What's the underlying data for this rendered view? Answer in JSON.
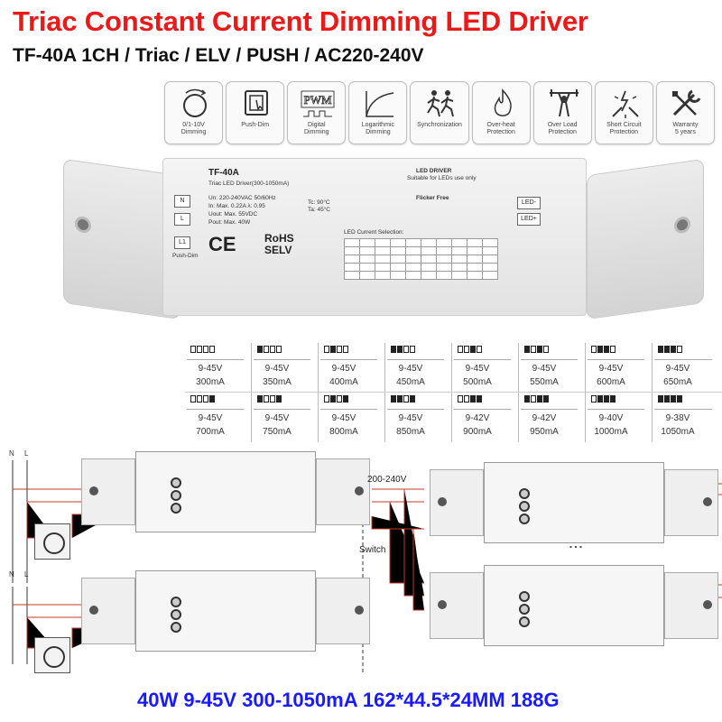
{
  "title": "Triac Constant Current Dimming LED Driver",
  "subtitle": "TF-40A 1CH / Triac / ELV / PUSH / AC220-240V",
  "features": [
    {
      "icon": "dial-icon",
      "label": "0/1-10V\nDimming"
    },
    {
      "icon": "push-button-icon",
      "label": "Push-Dim"
    },
    {
      "icon": "pwm-icon",
      "label": "Digital\nDimming",
      "text": "PWM"
    },
    {
      "icon": "log-curve-icon",
      "label": "Logarithmic\nDimming"
    },
    {
      "icon": "running-figures-icon",
      "label": "Synchronization"
    },
    {
      "icon": "flame-icon",
      "label": "Over-heat\nProtection"
    },
    {
      "icon": "weightlifter-icon",
      "label": "Over Load\nProtection"
    },
    {
      "icon": "short-circuit-icon",
      "label": "Short Circuit\nProtection"
    },
    {
      "icon": "tools-icon",
      "label": "Warranty\n5 years"
    }
  ],
  "product": {
    "model": "TF-40A",
    "desc": "Triac LED Driver(300-1050mA)",
    "spec_lines": [
      "Un: 220-240VAC 50/60Hz",
      "In: Max. 0.22A  λ: 0.95",
      "Uout: Max. 55VDC",
      "Pout: Max. 40W"
    ],
    "temps": [
      "Tc: 90°C",
      "Ta: 45°C"
    ],
    "led_driver": "LED DRIVER",
    "led_only": "Suitable for LEDs use only",
    "flicker": "Flicker Free",
    "terminals_left": [
      "N",
      "L",
      "L1"
    ],
    "terminals_right": [
      "LED-",
      "LED+"
    ],
    "push_dim": "Push-Dim",
    "ce": "CE",
    "rohs": "RoHS",
    "selv": "SELV",
    "selection": "LED Current Selection:"
  },
  "dip_rows": [
    [
      {
        "v": "9-45V",
        "a": "300mA",
        "sw": [
          0,
          0,
          0,
          0
        ]
      },
      {
        "v": "9-45V",
        "a": "350mA",
        "sw": [
          1,
          0,
          0,
          0
        ]
      },
      {
        "v": "9-45V",
        "a": "400mA",
        "sw": [
          0,
          1,
          0,
          0
        ]
      },
      {
        "v": "9-45V",
        "a": "450mA",
        "sw": [
          1,
          1,
          0,
          0
        ]
      },
      {
        "v": "9-45V",
        "a": "500mA",
        "sw": [
          0,
          0,
          1,
          0
        ]
      },
      {
        "v": "9-45V",
        "a": "550mA",
        "sw": [
          1,
          0,
          1,
          0
        ]
      },
      {
        "v": "9-45V",
        "a": "600mA",
        "sw": [
          0,
          1,
          1,
          0
        ]
      },
      {
        "v": "9-45V",
        "a": "650mA",
        "sw": [
          1,
          1,
          1,
          0
        ]
      }
    ],
    [
      {
        "v": "9-45V",
        "a": "700mA",
        "sw": [
          0,
          0,
          0,
          1
        ]
      },
      {
        "v": "9-45V",
        "a": "750mA",
        "sw": [
          1,
          0,
          0,
          1
        ]
      },
      {
        "v": "9-45V",
        "a": "800mA",
        "sw": [
          0,
          1,
          0,
          1
        ]
      },
      {
        "v": "9-45V",
        "a": "850mA",
        "sw": [
          1,
          1,
          0,
          1
        ]
      },
      {
        "v": "9-42V",
        "a": "900mA",
        "sw": [
          0,
          0,
          1,
          1
        ]
      },
      {
        "v": "9-42V",
        "a": "950mA",
        "sw": [
          1,
          0,
          1,
          1
        ]
      },
      {
        "v": "9-40V",
        "a": "1000mA",
        "sw": [
          0,
          1,
          1,
          1
        ]
      },
      {
        "v": "9-38V",
        "a": "1050mA",
        "sw": [
          1,
          1,
          1,
          1
        ]
      }
    ]
  ],
  "wiring": {
    "n_label": "N",
    "l_label": "L",
    "voltage_label": "200-240V",
    "switch_label": "Switch"
  },
  "specs_line": "40W 9-45V 300-1050mA 162*44.5*24MM 188G",
  "colors": {
    "title": "#e81a1a",
    "spec": "#1a1aff",
    "wire_red": "#c0392b"
  }
}
